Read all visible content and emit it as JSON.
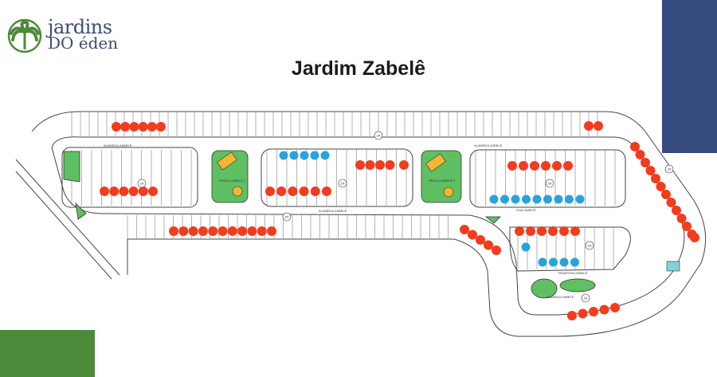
{
  "logo": {
    "line1": "jardins",
    "line2": "DO éden"
  },
  "title": "Jardim Zabelê",
  "map": {
    "streets": {
      "alameda_top_left": "ALAMEDA ZABELÊ",
      "alameda_top_right": "ALAMEDA ZABELÊ",
      "alameda_middle": "ALAMEDA ZABELÊ",
      "alameda_bottom": "ALAMEDA ZABELÊ",
      "rua": "RUA ZABELÊ",
      "travessa": "TRAVESSA ZABELÊ"
    },
    "squares": {
      "praca1": "PRAÇA ZABELÊ 1",
      "praca2": "PRAÇA ZABELÊ 2"
    },
    "zone_marker": "ZA",
    "colors": {
      "sold": "#f23c1e",
      "reserved": "#29a3dc",
      "green_area": "#5fbf63",
      "special_lot": "#7fd3d9"
    }
  }
}
